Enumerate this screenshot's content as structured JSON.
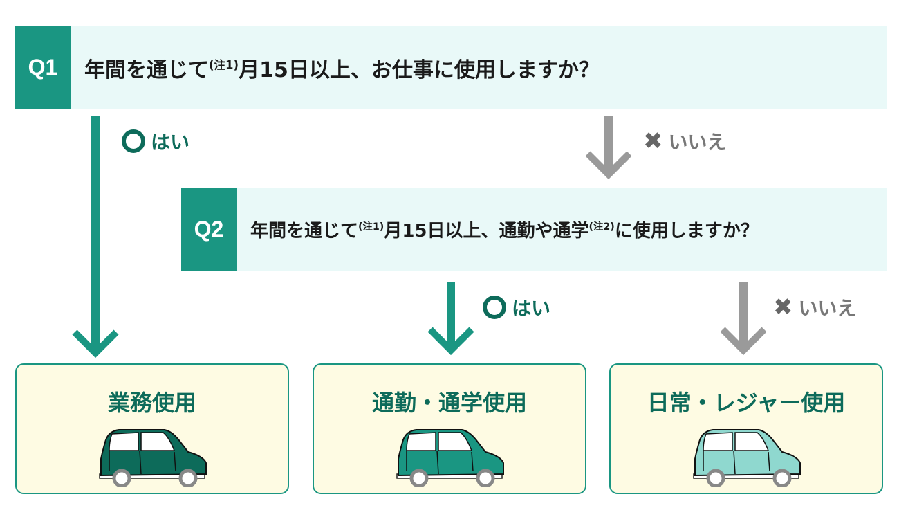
{
  "q1": {
    "label": "Q1",
    "text_before": "年間を通じて",
    "note": "(注1)",
    "text_after": "月15日以上、お仕事に使用しますか？"
  },
  "q2": {
    "label": "Q2",
    "text_before": "年間を通じて",
    "note1": "(注1)",
    "text_mid": "月15日以上、通勤や通学",
    "note2": "(注2)",
    "text_after": "に使用しますか？"
  },
  "answers": {
    "yes": "はい",
    "no": "いいえ",
    "yes_icon": "circle-icon",
    "no_icon": "cross-icon"
  },
  "results": [
    {
      "title": "業務使用",
      "car_color": "#0d6b5a"
    },
    {
      "title": "通勤・通学使用",
      "car_color": "#1a9682"
    },
    {
      "title": "日常・レジャー使用",
      "car_color": "#8fd8cf"
    }
  ],
  "colors": {
    "accent": "#1a9682",
    "dark": "#0d6b5a",
    "band": "#e9f9f8",
    "result_bg": "#fefbe3",
    "no_arrow": "#9a9a9a"
  }
}
